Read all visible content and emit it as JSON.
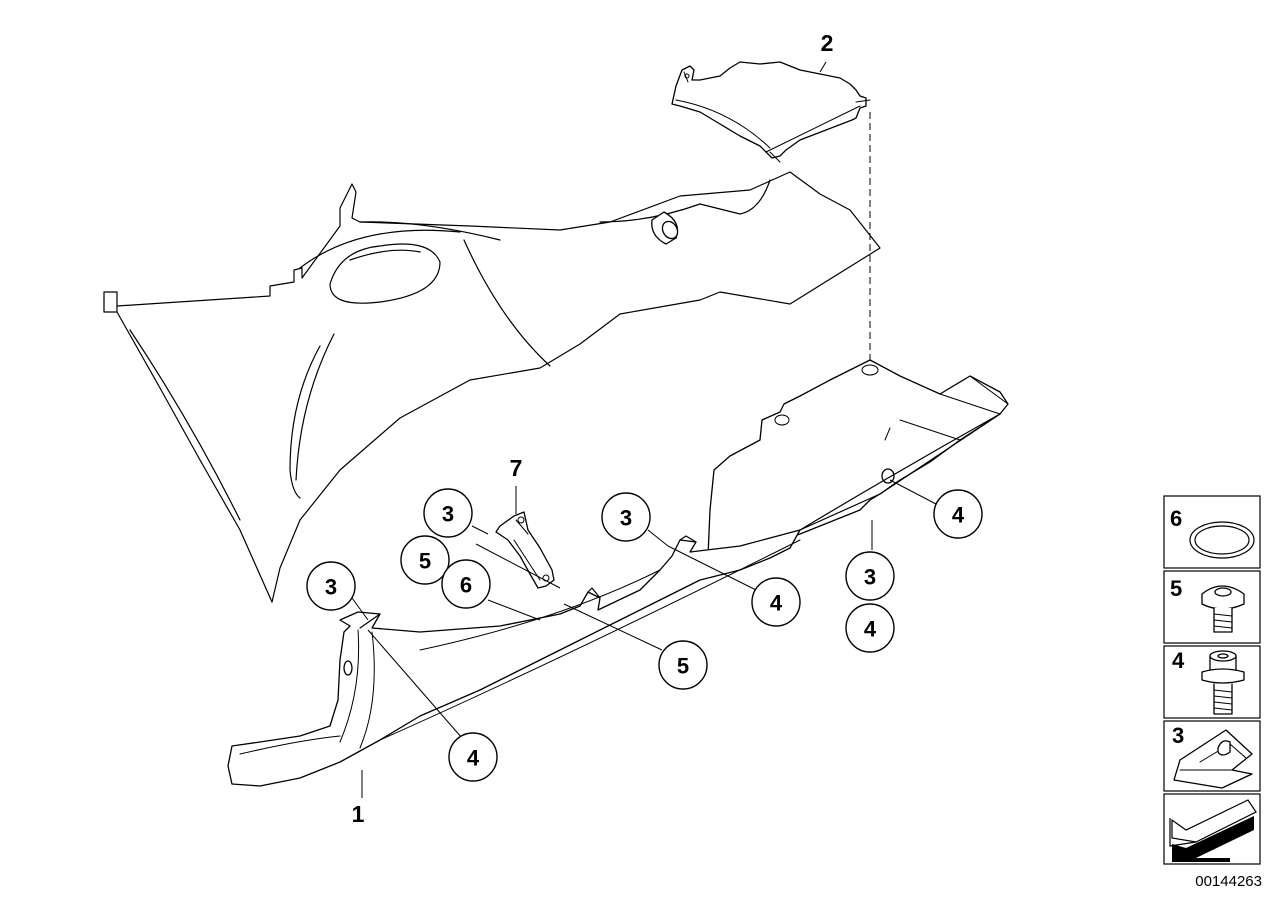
{
  "diagram": {
    "part_labels": {
      "part_1": "1",
      "part_2": "2",
      "part_7": "7"
    },
    "callouts": [
      {
        "id": "c3-left",
        "label": "3"
      },
      {
        "id": "c4-left",
        "label": "4"
      },
      {
        "id": "c3-mid",
        "label": "3"
      },
      {
        "id": "c5-mid",
        "label": "5"
      },
      {
        "id": "c6-mid",
        "label": "6"
      },
      {
        "id": "c5-lower",
        "label": "5"
      },
      {
        "id": "c3-center",
        "label": "3"
      },
      {
        "id": "c4-center",
        "label": "4"
      },
      {
        "id": "c3-right",
        "label": "3"
      },
      {
        "id": "c4-right-low",
        "label": "4"
      },
      {
        "id": "c4-right-top",
        "label": "4"
      }
    ],
    "legend": [
      {
        "label": "6",
        "icon": "o-ring-icon"
      },
      {
        "label": "5",
        "icon": "button-head-screw-icon"
      },
      {
        "label": "4",
        "icon": "flange-bolt-icon"
      },
      {
        "label": "3",
        "icon": "clip-nut-icon"
      }
    ],
    "legend_arrow_icon": "direction-arrow-icon",
    "diagram_id": "00144263"
  },
  "colors": {
    "line": "#000000",
    "background": "#ffffff"
  }
}
